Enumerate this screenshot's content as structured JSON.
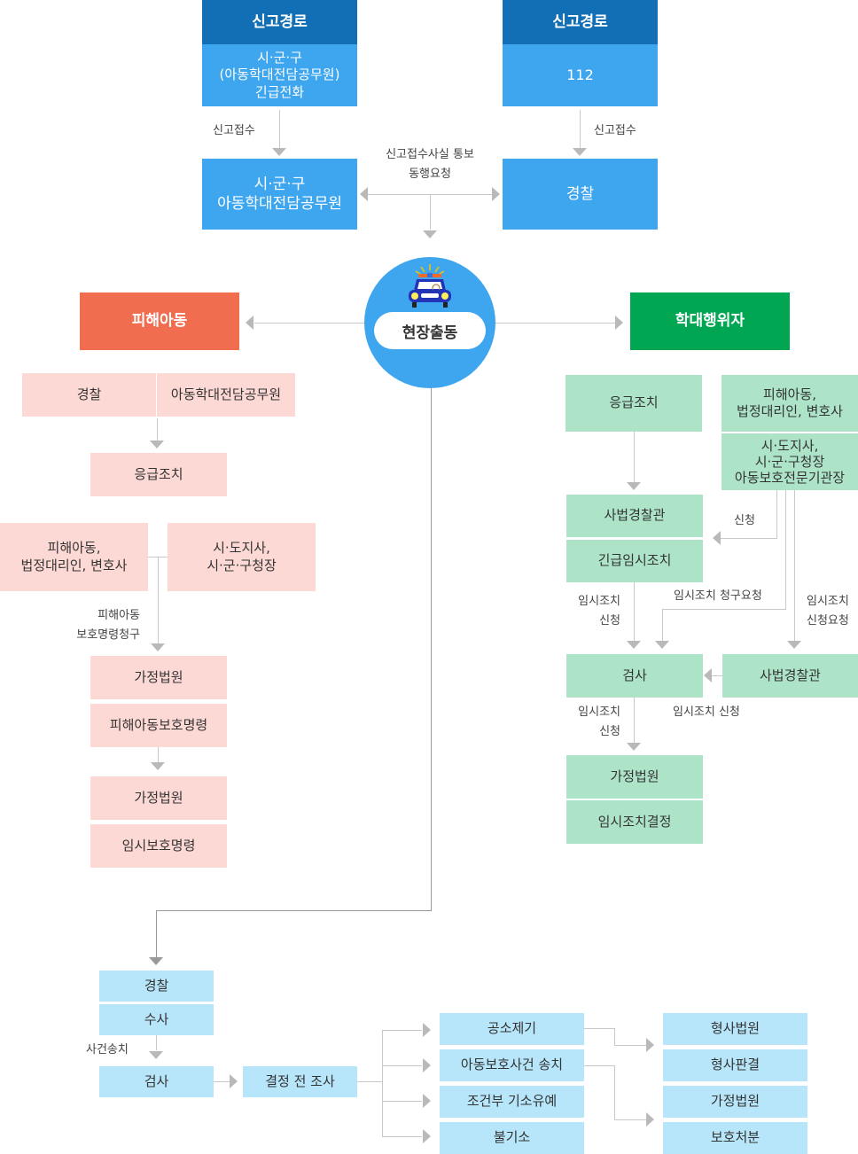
{
  "report": {
    "left": {
      "header": "신고경로",
      "body": "시·군·구\n(아동학대전담공무원)\n긴급전화",
      "edge_label": "신고접수",
      "target": "시·군·구\n아동학대전담공무원"
    },
    "right": {
      "header": "신고경로",
      "body": "112",
      "edge_label": "신고접수",
      "target": "경찰"
    },
    "mutual_label": "신고접수사실 통보\n동행요청"
  },
  "dispatch": {
    "label": "현장출동",
    "icon": "police-car-icon"
  },
  "victim": {
    "title": "피해아동",
    "responders": [
      "경찰",
      "아동학대전담공무원"
    ],
    "emergency": "응급조치",
    "petitioners": [
      "피해아동,\n법정대리인, 변호사",
      "시·도지사,\n시·군·구청장"
    ],
    "petition_label": "피해아동\n보호명령청구",
    "order1": [
      "가정법원",
      "피해아동보호명령"
    ],
    "order2": [
      "가정법원",
      "임시보호명령"
    ]
  },
  "abuser": {
    "title": "학대행위자",
    "emergency": "응급조치",
    "requesters": [
      "피해아동,\n법정대리인, 변호사",
      "시·도지사,\n시·군·구청장\n아동보호전문기관장"
    ],
    "emergency_temp": [
      "사법경찰관",
      "긴급임시조치"
    ],
    "apply_label": "신청",
    "temp_apply_label": "임시조치\n신청",
    "temp_claim_label": "임시조치 청구요청",
    "temp_request_label": "임시조치\n신청요청",
    "prosecutor": "검사",
    "police_officer": "사법경찰관",
    "temp_apply_label2": "임시조치\n신청",
    "temp_apply_label3": "임시조치 신청",
    "court": [
      "가정법원",
      "임시조치결정"
    ]
  },
  "investigation": {
    "police": [
      "경찰",
      "수사"
    ],
    "transfer_label": "사건송치",
    "prosecutor": "검사",
    "pre_decision": "결정 전 조사",
    "outcomes": [
      "공소제기",
      "아동보호사건 송치",
      "조건부 기소유예",
      "불기소"
    ],
    "results": [
      "형사법원",
      "형사판결",
      "가정법원",
      "보호처분"
    ]
  },
  "colors": {
    "header": "#126fb5",
    "report_blue": "#3ea5ef",
    "victim": "#f16d50",
    "victim_light": "#fdd9d5",
    "abuser": "#00a651",
    "abuser_light": "#ade4c8",
    "investigation": "#b7e6fa",
    "connector": "#c8c8c8"
  }
}
